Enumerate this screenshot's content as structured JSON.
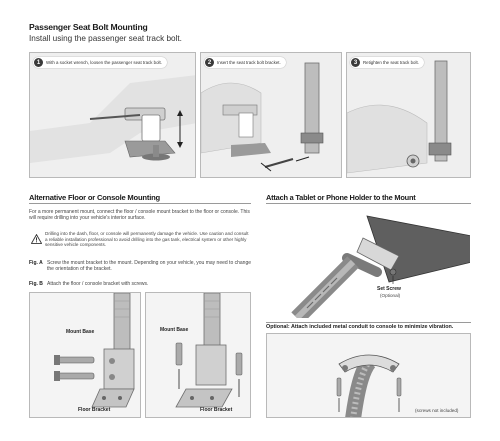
{
  "header": {
    "title": "Passenger Seat Bolt Mounting",
    "subtitle": "Install using the passenger seat track bolt."
  },
  "steps": [
    {
      "num": "1",
      "text": "With a socket wrench, loosen the passenger seat track bolt."
    },
    {
      "num": "2",
      "text": "Insert the seat track bolt bracket."
    },
    {
      "num": "3",
      "text": "Retighten the seat track bolt."
    }
  ],
  "console": {
    "title": "Alternative Floor or Console Mounting",
    "intro": "For a more permanent mount, connect the floor / console mount bracket to the floor or console. This will require drilling into your vehicle's interior surface.",
    "warning": "Drilling into the dash, floor, or console will permanently damage the vehicle. Use caution and consult a reliable installation professional to avoid drilling into the gas tank, electrical system or other highly sensitive vehicle components.",
    "fig_a_label": "Fig. A",
    "fig_a_text": "Screw the mount bracket to the mount. Depending on your vehicle, you may need to change the orientation of the bracket.",
    "fig_b_label": "Fig. B",
    "fig_b_text": "Attach the floor / console bracket with screws.",
    "mount_base_left": "Mount Base",
    "mount_base_right": "Mount Base",
    "floor_bracket_left": "Floor Bracket",
    "floor_bracket_right": "Floor Bracket"
  },
  "tablet": {
    "title": "Attach a Tablet or Phone Holder to the Mount",
    "set_screw": "Set Screw",
    "optional": "(Optional)"
  },
  "conduit": {
    "title": "Optional: Attach included metal conduit to console to minimize vibration.",
    "note": "(screws not included)"
  },
  "colors": {
    "ink": "#2a2a2a",
    "panel_bg": "#f1f1f1",
    "metal_dark": "#6e6e6e",
    "metal_light": "#c9c9c9",
    "badge": "#3a3a3a"
  }
}
